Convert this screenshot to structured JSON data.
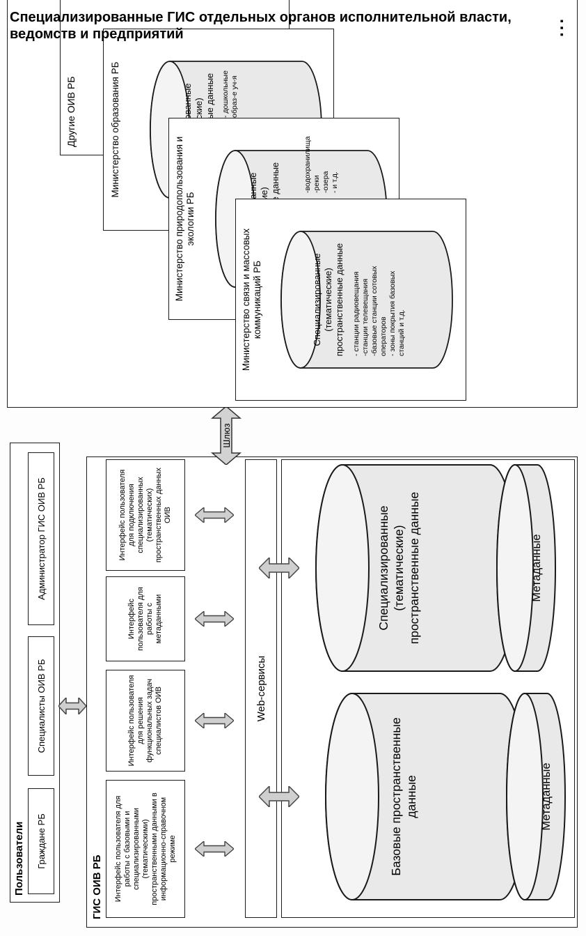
{
  "users": {
    "title": "Пользователи",
    "citizens": "Граждане РБ",
    "specialists": "Специалисты ОИВ РБ",
    "admin": "Администратор ГИС ОИВ РБ"
  },
  "gis": {
    "title": "ГИС ОИВ РБ",
    "interfaces": [
      "Интерфейс пользователя для работы с базовыми и специализированными (тематическими) пространственными данными в информационно-справочном режиме",
      "Интерфейс пользователя для решения функциональных задач специалистов ОИВ",
      "Интерфейс пользователя для работы с метаданными",
      "Интерфейс пользователя для подключения специализированных (тематических) пространственных данных ОИВ"
    ],
    "web_services": "Web-сервисы",
    "db_basic": {
      "label": "Базовые пространственные данные",
      "metadata": "Метаданные"
    },
    "db_special": {
      "label": "Специализированные (тематические) пространственные данные",
      "metadata": "Метаданные"
    }
  },
  "gateway": "Шлюз",
  "external": {
    "title_line1": "Специализированные ГИС отдельных органов исполнительной власти,",
    "title_line2": "ведомств и предприятий",
    "others": "Другие ОИВ РБ",
    "more_dots": "...",
    "ministries": [
      {
        "name": "Министерство связи и массовых коммуникаций РБ",
        "cylinder": "Специализированные (тематические) пространственные данные",
        "items": [
          "- станции радиовещания",
          "-станции телевещания",
          "-базовые станции сотовых операторов",
          "- зоны покрытия базовых станций и т.д."
        ]
      },
      {
        "name": "Министерство природопользования и экологии РБ",
        "cylinder": "Специализированные (тематические) пространственные данные",
        "items": [
          "-водохранилища",
          "-реки",
          "-озера",
          "- и т.д."
        ]
      },
      {
        "name": "Министерство образования РБ",
        "cylinder": "Специализированные (тематические) пространственные данные",
        "items": [
          "- дошкольные образ-е уч-я"
        ]
      }
    ]
  }
}
